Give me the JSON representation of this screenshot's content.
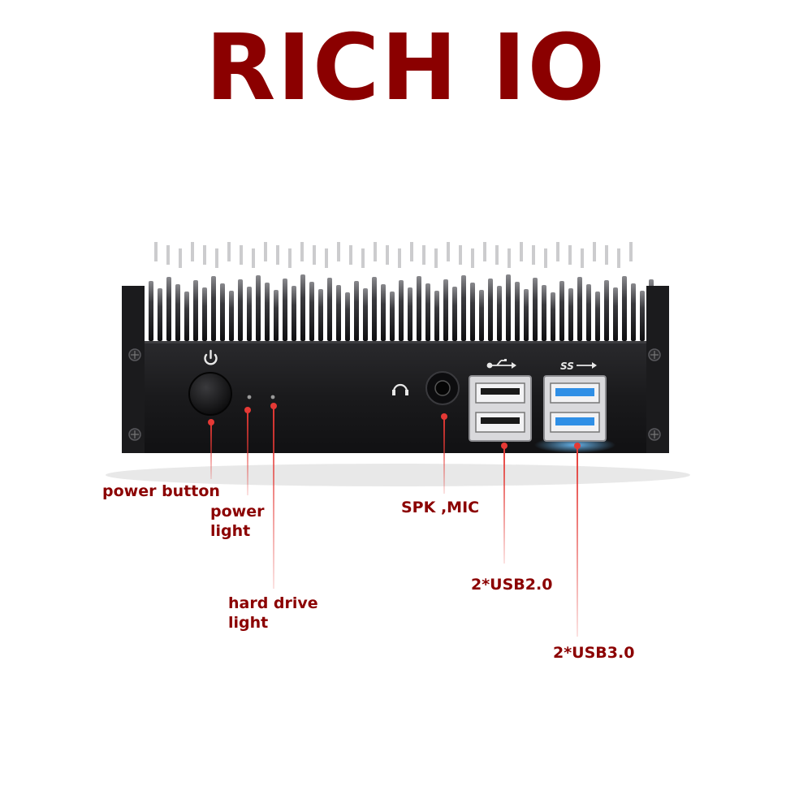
{
  "title": "RICH IO",
  "colors": {
    "title": "#8b0000",
    "label": "#8b0000",
    "lead": "#e53935",
    "chassis": "#1c1c1e",
    "heatsink": "#121214",
    "usb3_blue": "#2f8fe6"
  },
  "icons": {
    "power": "power-icon",
    "audio": "headphone-icon",
    "usb2": "usb-icon",
    "usb3": "usb-superspeed-icon"
  },
  "usb3_mark": "SS",
  "labels": {
    "power_button": "power button",
    "power_light_1": "power",
    "power_light_2": "light",
    "hdd_light_1": "hard drive",
    "hdd_light_2": "light",
    "spk_mic": "SPK ,MIC",
    "usb2": "2*USB2.0",
    "usb3": "2*USB3.0"
  }
}
